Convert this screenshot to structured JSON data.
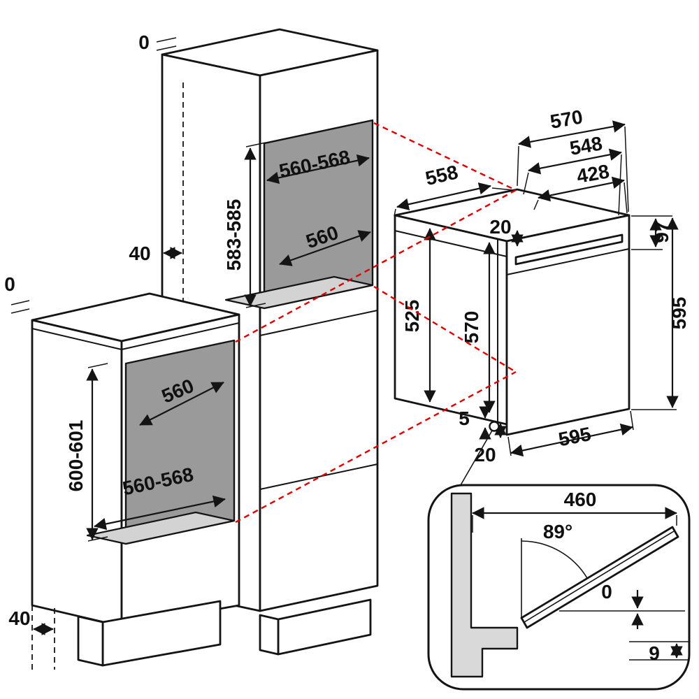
{
  "tall_unit": {
    "top_clearance": "0",
    "rear_clearance": "40",
    "niche_width": "560-568",
    "niche_height": "583-585",
    "niche_depth": "560"
  },
  "base_unit": {
    "top_clearance": "0",
    "niche_depth": "560",
    "niche_height": "600-601",
    "niche_width": "560-568",
    "plinth_recess": "40"
  },
  "oven": {
    "body_width": "558",
    "total_depth": "570",
    "body_depth": "548",
    "upper_depth": "428",
    "top_step": "20",
    "control_panel_height": "97",
    "body_rear_height": "525",
    "body_front_height": "570",
    "front_height": "595",
    "front_width": "595",
    "bottom_gap": "5",
    "bottom_step": "20"
  },
  "door_detail": {
    "open_depth": "460",
    "open_angle": "89°",
    "flush_gap": "0",
    "bottom_clearance": "9"
  },
  "colors": {
    "line": "#141414",
    "projection_red": "#e00000",
    "niche_back": "#9a9a9a",
    "niche_floor": "#d3d3d3"
  }
}
